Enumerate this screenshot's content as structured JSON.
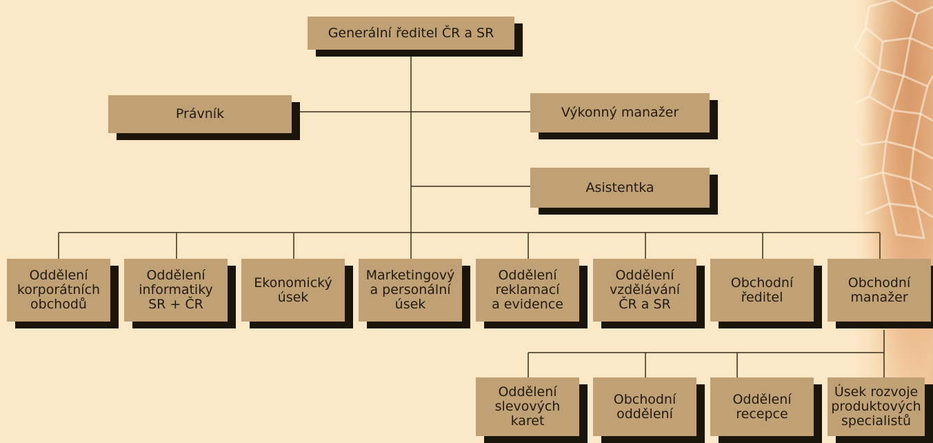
{
  "colors": {
    "background": "#fbe8c6",
    "box": "#bfa175",
    "shadow": "#1b1408",
    "line": "#3a2c1a"
  },
  "chart": {
    "top": "Generální ředitel ČR a SR",
    "staff_left": "Právník",
    "staff_right": "Výkonný manažer",
    "assistant": "Asistentka",
    "departments": [
      "Oddělení\nkorporátních\nobchodů",
      "Oddělení\ninformatiky\nSR + ČR",
      "Ekonomický\núsek",
      "Marketingový\na personální\núsek",
      "Oddělení\nreklamací\na evidence",
      "Oddělení\nvzdělávání\nČR a SR",
      "Obchodní\nředitel",
      "Obchodní\nmanažer"
    ],
    "sub_departments": [
      "Oddělení\nslevových\nkaret",
      "Obchodní\noddělení",
      "Oddělení\nrecepce",
      "Úsek rozvoje\nproduktových\nspecialistů"
    ]
  }
}
